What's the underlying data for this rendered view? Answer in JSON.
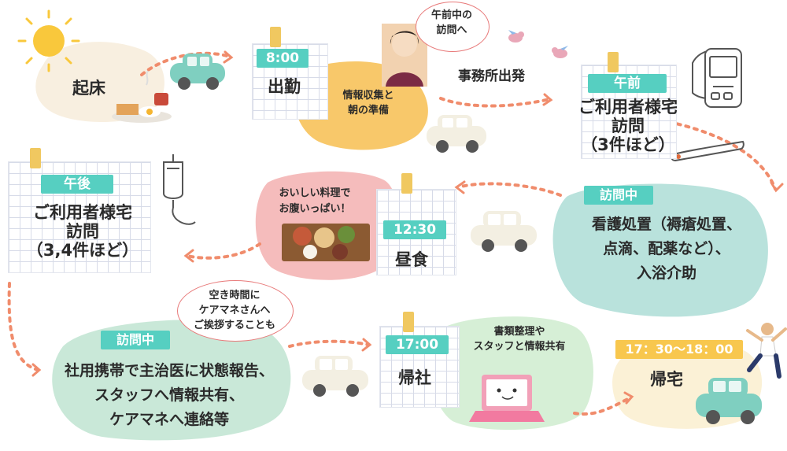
{
  "steps": {
    "wakeup": {
      "label": "起床"
    },
    "commute": {
      "time": "8:00",
      "label": "出勤",
      "note_line1": "情報収集と",
      "note_line2": "朝の準備"
    },
    "depart": {
      "label": "事務所出発"
    },
    "morning_visit": {
      "badge": "午前",
      "line1": "ご利用者様宅",
      "line2": "訪問",
      "line3": "（3件ほど）"
    },
    "care": {
      "badge": "訪問中",
      "line1": "看護処置（褥瘡処置、",
      "line2": "点滴、配薬など）、",
      "line3": "入浴介助"
    },
    "lunch": {
      "time": "12:30",
      "label": "昼食",
      "note_line1": "おいしい料理で",
      "note_line2": "お腹いっぱい！"
    },
    "afternoon_visit": {
      "badge": "午後",
      "line1": "ご利用者様宅",
      "line2": "訪問",
      "line3": "（3,4件ほど）"
    },
    "contact": {
      "badge": "訪問中",
      "line1": "社用携帯で主治医に状態報告、",
      "line2": "スタッフへ情報共有、",
      "line3": "ケアマネへ連絡等"
    },
    "return": {
      "time": "17:00",
      "label": "帰社",
      "note_line1": "書類整理や",
      "note_line2": "スタッフと情報共有"
    },
    "home": {
      "time": "17：30〜18：00",
      "label": "帰宅"
    }
  },
  "bubbles": {
    "morning": {
      "line1": "午前中の",
      "line2": "訪問へ"
    },
    "caremanager": {
      "line1": "空き時間に",
      "line2": "ケアマネさんへ",
      "line3": "ご挨拶することも"
    }
  },
  "icons": [
    "sun-icon",
    "breakfast-icon",
    "car-icon",
    "nurse-photo",
    "bird-icon",
    "blood-pressure-monitor-icon",
    "thermometer-icon",
    "iv-drip-icon",
    "lunch-tray-icon",
    "laptop-icon",
    "jumping-person-photo"
  ],
  "colors": {
    "teal": "#56cfc1",
    "yellow": "#f8c74e",
    "tape": "#f0c860",
    "arrow": "#f08c6c",
    "blob_beige": "#f8efe0",
    "blob_orange": "#f8c86a",
    "blob_green": "#c9e8d8",
    "blob_pink": "#f5bcbc",
    "blob_teal": "#b9e2dc",
    "blob_mint": "#d6efd6",
    "blob_cream": "#fbf1d6",
    "car": "#7fcfc0"
  }
}
